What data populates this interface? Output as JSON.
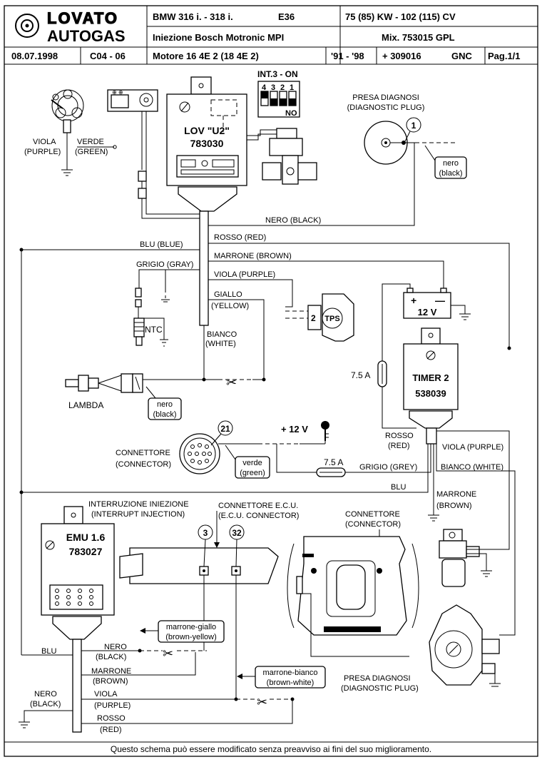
{
  "header": {
    "brand_top": "LOVATO",
    "brand_bottom": "AUTOGAS",
    "model": "BMW   316 i. - 318 i.",
    "series": "E36",
    "power": "75 (85) KW - 102 (115) CV",
    "injection": "Iniezione Bosch  Motronic   MPI",
    "mix": "Mix.  753015  GPL",
    "date": "08.07.1998",
    "code": "C04 - 06",
    "engine": "Motore  16 4E 2   (18 4E 2)",
    "years": "'91 - '98",
    "plus_code": "+ 309016",
    "gnc": "GNC",
    "page": "Pag.1/1"
  },
  "components": {
    "int3_on": "INT.3 - ON",
    "switch_digits": [
      "4",
      "3",
      "2",
      "1"
    ],
    "switch_no": "NO",
    "lov_u2": "LOV \"U2\"",
    "lov_code": "783030",
    "diag_plug": "PRESA DIAGNOSI",
    "diag_plug_en": "(DIAGNOSTIC PLUG)",
    "battery": "12 V",
    "battery_plus": "+",
    "battery_minus": "—",
    "tps": "TPS",
    "tps_pin": "2",
    "ntc": "NTC",
    "lambda": "LAMBDA",
    "timer": "TIMER 2",
    "timer_code": "538039",
    "fuse1": "7.5 A",
    "fuse2": "7.5 A",
    "plus12": "+ 12 V",
    "connector": "CONNETTORE",
    "connector_en": "(CONNECTOR)",
    "connector_pin": "21",
    "emu": "EMU 1.6",
    "emu_code": "783027",
    "interrupt": "INTERRUZIONE INIEZIONE",
    "interrupt_en": "(INTERRUPT INJECTION)",
    "ecu_conn": "CONNETTORE  E.C.U.",
    "ecu_conn_en": "(E.C.U. CONNECTOR)",
    "pin3": "3",
    "pin32": "32",
    "connector2": "CONNETTORE",
    "connector2_en": "(CONNECTOR)",
    "diag_plug2": "PRESA DIAGNOSI",
    "diag_plug2_en": "(DIAGNOSTIC PLUG)",
    "diag_pin": "1"
  },
  "wires": {
    "viola": "VIOLA",
    "viola_en": "(PURPLE)",
    "verde": "VERDE",
    "verde_en": "(GREEN)",
    "nero_black": "NERO (BLACK)",
    "rosso_red": "ROSSO (RED)",
    "blu_blue": "BLU  (BLUE)",
    "marrone_brown": "MARRONE (BROWN)",
    "grigio_gray": "GRIGIO (GRAY)",
    "viola_purple": "VIOLA (PURPLE)",
    "giallo": "GIALLO",
    "giallo_en": "(YELLOW)",
    "bianco": "BIANCO",
    "bianco_en": "(WHITE)",
    "nero_small": "nero",
    "black_small": "(black)",
    "nero_small2": "nero",
    "black_small2": "(black)",
    "verde_small": "verde",
    "green_small": "(green)",
    "rosso": "ROSSO",
    "red": "(RED)",
    "viola_purple2": "VIOLA (PURPLE)",
    "grigio_grey": "GRIGIO (GREY)",
    "bianco_white": "BIANCO (WHITE)",
    "blu": "BLU",
    "marrone": "MARRONE",
    "brown": "(BROWN)",
    "blu2": "BLU",
    "nero_b": "NERO",
    "black_b": "(BLACK)",
    "marrone_b": "MARRONE",
    "brown_b": "(BROWN)",
    "marrone_giallo": "marrone-giallo",
    "brown_yellow": "(brown-yellow)",
    "marrone_bianco": "marrone-bianco",
    "brown_white": "(brown-white)",
    "nero_c": "NERO",
    "black_c": "(BLACK)",
    "viola_c": "VIOLA",
    "purple_c": "(PURPLE)",
    "rosso_c": "ROSSO",
    "red_c": "(RED)"
  },
  "footer": "Questo schema può essere modificato senza preavviso ai fini del suo miglioramento."
}
